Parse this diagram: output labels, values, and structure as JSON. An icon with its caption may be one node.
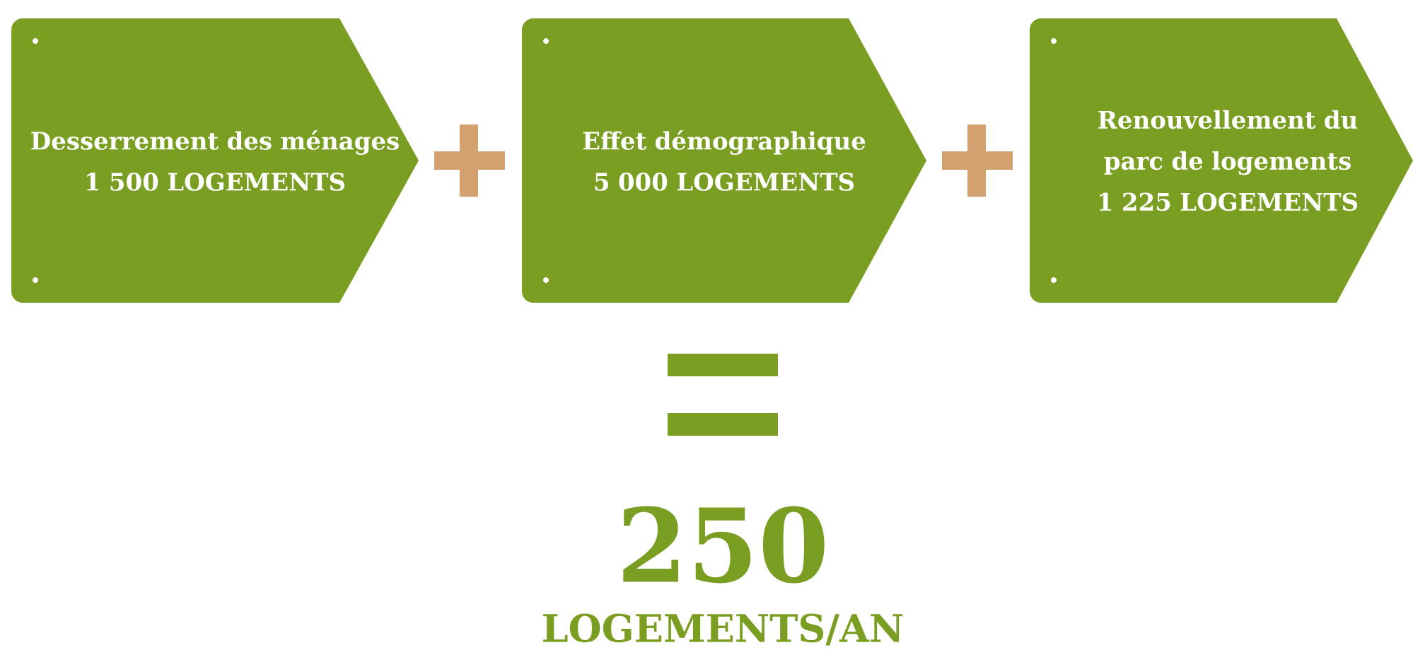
{
  "diagram": {
    "nodes": [
      {
        "text": [
          "Desserrement des ménages",
          "1 500 LOGEMENTS"
        ]
      },
      {
        "text": [
          "Effet démographique",
          "5 000 LOGEMENTS"
        ]
      },
      {
        "text": [
          "Renouvellement du parc de logements",
          "1 225 LOGEMENTS"
        ]
      }
    ],
    "labels": [
      "250",
      "LOGEMENTS/AN"
    ]
  }
}
